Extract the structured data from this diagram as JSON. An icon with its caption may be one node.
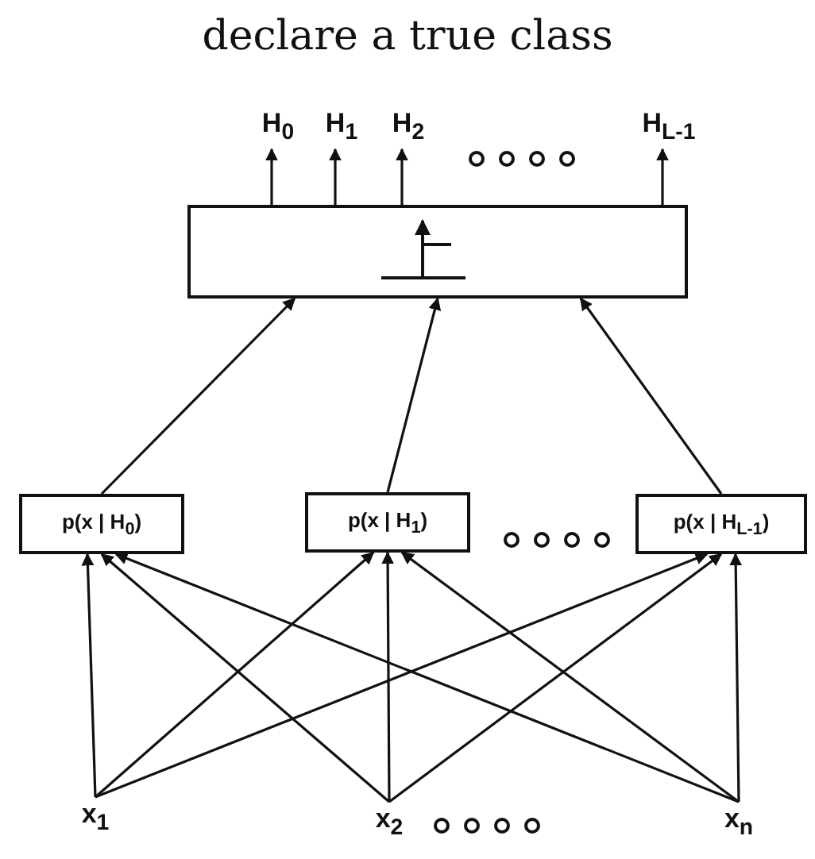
{
  "diagram": {
    "title": "declare a true class",
    "nodes": [
      {
        "text": [],
        "shape": "box"
      },
      {
        "text": [
          "H$_{0}$"
        ]
      },
      {
        "text": [
          "H$_{1}$"
        ]
      },
      {
        "text": [
          "H$_{2}$"
        ]
      },
      {
        "text": [
          "H$_{L-1}$"
        ]
      },
      {
        "text": [
          "p(x | H$_{0}$)"
        ]
      },
      {
        "text": [
          "p(x | H$_{1}$)"
        ]
      },
      {
        "text": [
          "p(x | H$_{L-1}$)"
        ]
      },
      {
        "text": [
          "x$_{1}$"
        ]
      },
      {
        "text": [
          "x$_{2}$"
        ]
      },
      {
        "text": [
          "x$_{n}$"
        ]
      }
    ],
    "edges": [
      {
        "from": 0,
        "to": 1,
        "arrow": "to"
      },
      {
        "from": 0,
        "to": 2,
        "arrow": "to"
      },
      {
        "from": 0,
        "to": 3,
        "arrow": "to"
      },
      {
        "from": 0,
        "to": 4,
        "arrow": "to"
      },
      {
        "from": 5,
        "to": 0,
        "arrow": "to"
      },
      {
        "from": 6,
        "to": 0,
        "arrow": "to"
      },
      {
        "from": 7,
        "to": 0,
        "arrow": "to"
      },
      {
        "from": 8,
        "to": 5,
        "arrow": "to"
      },
      {
        "from": 8,
        "to": 6,
        "arrow": "to"
      },
      {
        "from": 8,
        "to": 7,
        "arrow": "to"
      },
      {
        "from": 9,
        "to": 5,
        "arrow": "to"
      },
      {
        "from": 9,
        "to": 6,
        "arrow": "to"
      },
      {
        "from": 9,
        "to": 7,
        "arrow": "to"
      },
      {
        "from": 10,
        "to": 5,
        "arrow": "to"
      },
      {
        "from": 10,
        "to": 6,
        "arrow": "to"
      },
      {
        "from": 10,
        "to": 7,
        "arrow": "to"
      }
    ]
  }
}
